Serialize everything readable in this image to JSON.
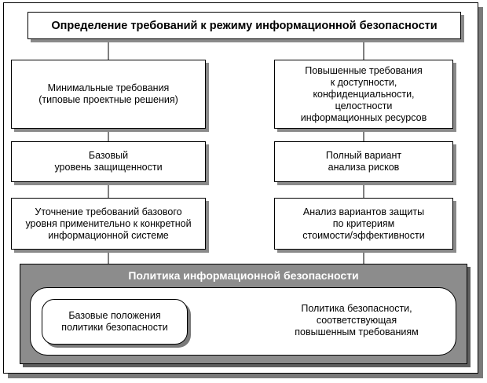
{
  "title": "Определение требований к режиму информационной безопасности",
  "left_column": [
    "Минимальные требования\n(типовые проектные решения)",
    "Базовый\nуровень защищенности",
    "Уточнение требований базового\nуровня применительно к конкретной\nинформационной системе"
  ],
  "right_column": [
    "Повышенные требования\nк доступности,\nконфиденциальности,\nцелостности\nинформационных ресурсов",
    "Полный вариант\nанализа рисков",
    "Анализ вариантов защиты\nпо критериям\nстоимости/эффективности"
  ],
  "policy": {
    "title": "Политика информационной безопасности",
    "basic": "Базовые положения\nполитики безопасности",
    "advanced": "Политика безопасности,\nсоответствующая\nповышенным требованиям"
  }
}
